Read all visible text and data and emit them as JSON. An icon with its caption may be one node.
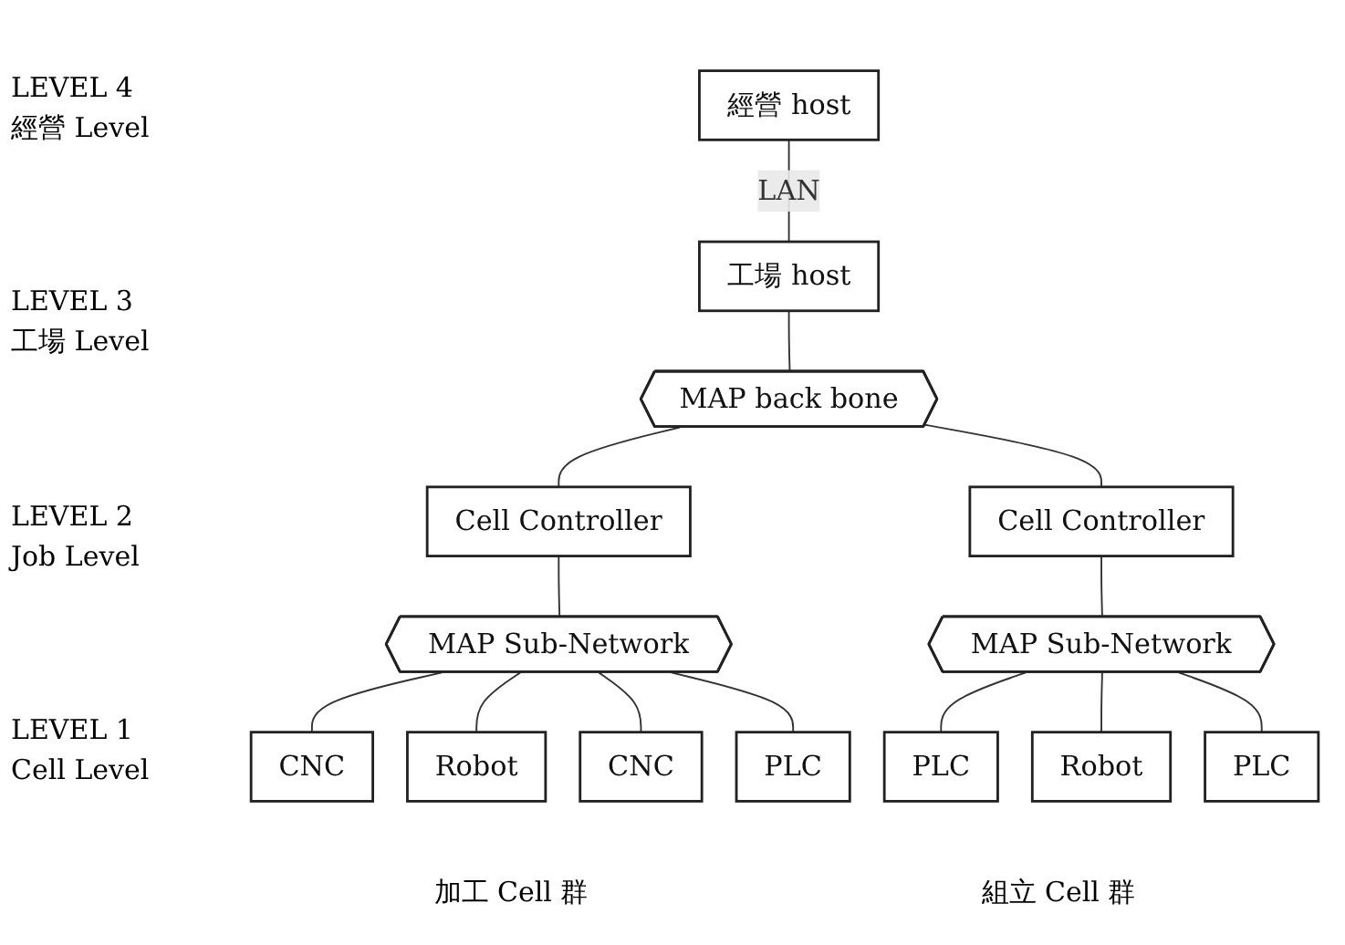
{
  "diagram": {
    "nodes": [
      {
        "text": [
          "經營 host"
        ]
      },
      {
        "text": [
          "工場 host"
        ]
      },
      {
        "text": [
          "MAP back bone"
        ]
      },
      {
        "text": [
          "Cell Controller"
        ]
      },
      {
        "text": [
          "Cell Controller"
        ]
      },
      {
        "text": [
          "MAP Sub-Network"
        ]
      },
      {
        "text": [
          "MAP Sub-Network"
        ]
      },
      {
        "text": [
          "CNC"
        ]
      },
      {
        "text": [
          "Robot"
        ]
      },
      {
        "text": [
          "CNC"
        ]
      },
      {
        "text": [
          "PLC"
        ]
      },
      {
        "text": [
          "PLC"
        ]
      },
      {
        "text": [
          "Robot"
        ]
      },
      {
        "text": [
          "PLC"
        ]
      }
    ],
    "edges": [
      {
        "from": 0,
        "to": 1,
        "label": "LAN",
        "arrow": "none"
      },
      {
        "from": 1,
        "to": 2,
        "arrow": "none"
      },
      {
        "from": 2,
        "to": 3,
        "arrow": "none"
      },
      {
        "from": 2,
        "to": 4,
        "arrow": "none"
      },
      {
        "from": 3,
        "to": 5,
        "arrow": "none"
      },
      {
        "from": 4,
        "to": 6,
        "arrow": "none"
      },
      {
        "from": 5,
        "to": 7,
        "arrow": "none"
      },
      {
        "from": 5,
        "to": 8,
        "arrow": "none"
      },
      {
        "from": 5,
        "to": 9,
        "arrow": "none"
      },
      {
        "from": 5,
        "to": 10,
        "arrow": "none"
      },
      {
        "from": 6,
        "to": 11,
        "arrow": "none"
      },
      {
        "from": 6,
        "to": 12,
        "arrow": "none"
      },
      {
        "from": 6,
        "to": 13,
        "arrow": "none"
      }
    ],
    "labels": [
      "LEVEL 4",
      "經營 Level",
      "LEVEL 3",
      "工場 Level",
      "LEVEL 2",
      "Job Level",
      "LEVEL 1",
      "Cell Level",
      "加工 Cell 群",
      "組立 Cell 群"
    ]
  }
}
